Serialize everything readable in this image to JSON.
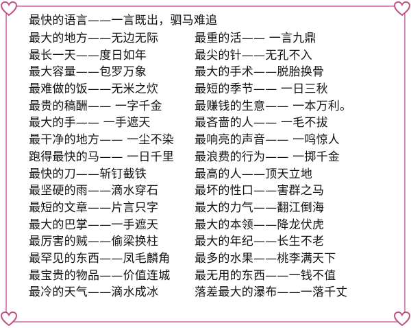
{
  "title": "最快的语言——一言既出，驷马难追",
  "rows": [
    [
      "最大的地方——无边无际",
      "最重的活—— 一言九鼎"
    ],
    [
      "最长一天——度日如年",
      "最尖的针——无孔不入"
    ],
    [
      "最大容量——包罗万象",
      "最大的手术——脱胎换骨"
    ],
    [
      "最难做的饭——无米之炊",
      "最短的季节—— 一日三秋"
    ],
    [
      "最贵的稿酬—— 一字千金",
      "最赚钱的生意—— 一本万利。"
    ],
    [
      "最大的手—— 一手遮天",
      "最吝啬的人—— 一毛不拔"
    ],
    [
      "最干净的地方—— 一尘不染",
      "最响亮的声音—— 一鸣惊人"
    ],
    [
      "跑得最快的马—— 一日千里",
      "最浪费的行为—— 一掷千金"
    ],
    [
      "最快的刀——斩钉截铁",
      "最高的人——顶天立地"
    ],
    [
      "最坚硬的雨——滴水穿石",
      "最坏的性口——害群之马"
    ],
    [
      "最短的文章——片言只字",
      "最大的力气——翻江倒海"
    ],
    [
      "最大的巴掌——一手遮天",
      "最大的本领——降龙伏虎"
    ],
    [
      "最厉害的贼——偷梁换柱",
      "最大的年纪——长生不老"
    ],
    [
      "最罕见的东西——凤毛麟角",
      "最多的水果——桃李满天下"
    ],
    [
      "最宝贵的物品——价值连城",
      "最无用的东西——一钱不值"
    ],
    [
      "最冷的天气——滴水成冰",
      "落差最大的瀑布——一落千丈"
    ]
  ],
  "colors": {
    "border": "#d98bb6",
    "heart_outline": "#c0507f",
    "heart_fill": "#ffffff",
    "text": "#111111"
  },
  "icons": {
    "corner": "heart-icon"
  }
}
